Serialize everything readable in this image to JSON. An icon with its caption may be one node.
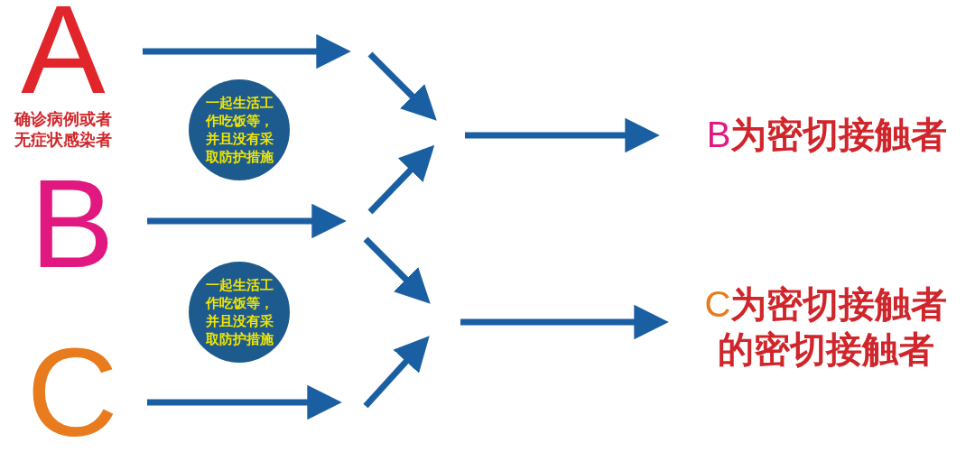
{
  "diagram": {
    "nodes": [
      {
        "text": [
          "A",
          "确诊病例或者无症状感染者"
        ]
      },
      {
        "text": [
          "一起生活工作吃饭等，并且没有采取防护措施"
        ]
      },
      {
        "text": [
          "B"
        ]
      },
      {
        "text": [
          "一起生活工作吃饭等，并且没有采取防护措施"
        ]
      },
      {
        "text": [
          "C"
        ]
      },
      {
        "text": [
          "B",
          "为密切接触者"
        ]
      },
      {
        "text": [
          "C",
          "为密切接触者的密切接触者"
        ]
      }
    ],
    "edges": [
      {
        "from": 0,
        "to": null,
        "arrow": "to"
      },
      {
        "from": 2,
        "to": null,
        "arrow": "to"
      },
      {
        "from": 4,
        "to": null,
        "arrow": "to"
      },
      {
        "from": null,
        "to": 5,
        "arrow": "to"
      },
      {
        "from": null,
        "to": 6,
        "arrow": "to"
      }
    ]
  }
}
